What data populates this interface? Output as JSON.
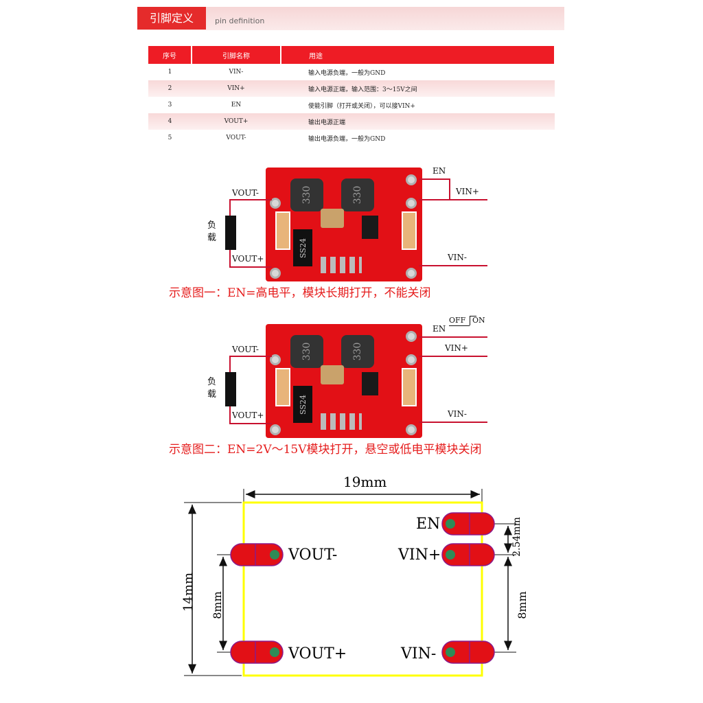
{
  "header": {
    "title_cn": "引脚定义",
    "title_en": "pin definition"
  },
  "table": {
    "headers": [
      "序号",
      "引脚名称",
      "用途"
    ],
    "rows": [
      [
        "1",
        "VIN-",
        "输入电源负端，一般为GND"
      ],
      [
        "2",
        "VIN+",
        "输入电源正端，输入范围：3～15V之间"
      ],
      [
        "3",
        "EN",
        "使能引脚（打开或关闭），可以接VIN+"
      ],
      [
        "4",
        "VOUT+",
        "输出电源正端"
      ],
      [
        "5",
        "VOUT-",
        "输出电源负端，一般为GND"
      ]
    ]
  },
  "diagram1": {
    "vout_minus": "VOUT-",
    "vout_plus": "VOUT+",
    "load": "负载",
    "en": "EN",
    "vin_plus": "VIN+",
    "vin_minus": "VIN-",
    "coil1": "330",
    "coil2": "330",
    "diode": "SS24",
    "caption": "示意图一：EN=高电平，模块长期打开，不能关闭"
  },
  "diagram2": {
    "vout_minus": "VOUT-",
    "vout_plus": "VOUT+",
    "load": "负载",
    "en": "EN",
    "off": "OFF",
    "on": "ON",
    "vin_plus": "VIN+",
    "vin_minus": "VIN-",
    "coil1": "330",
    "coil2": "330",
    "diode": "SS24",
    "caption": "示意图二：EN=2V～15V模块打开，悬空或低电平模块关闭"
  },
  "dimensions": {
    "width": "19mm",
    "height": "14mm",
    "left_spacing": "8mm",
    "right_spacing": "8mm",
    "pin_pitch": "2.54mm",
    "pins": {
      "vout_minus": "VOUT-",
      "vout_plus": "VOUT+",
      "en": "EN",
      "vin_plus": "VIN+",
      "vin_minus": "VIN-"
    }
  },
  "colors": {
    "accent": "#e21016",
    "outline": "#ffff00"
  }
}
